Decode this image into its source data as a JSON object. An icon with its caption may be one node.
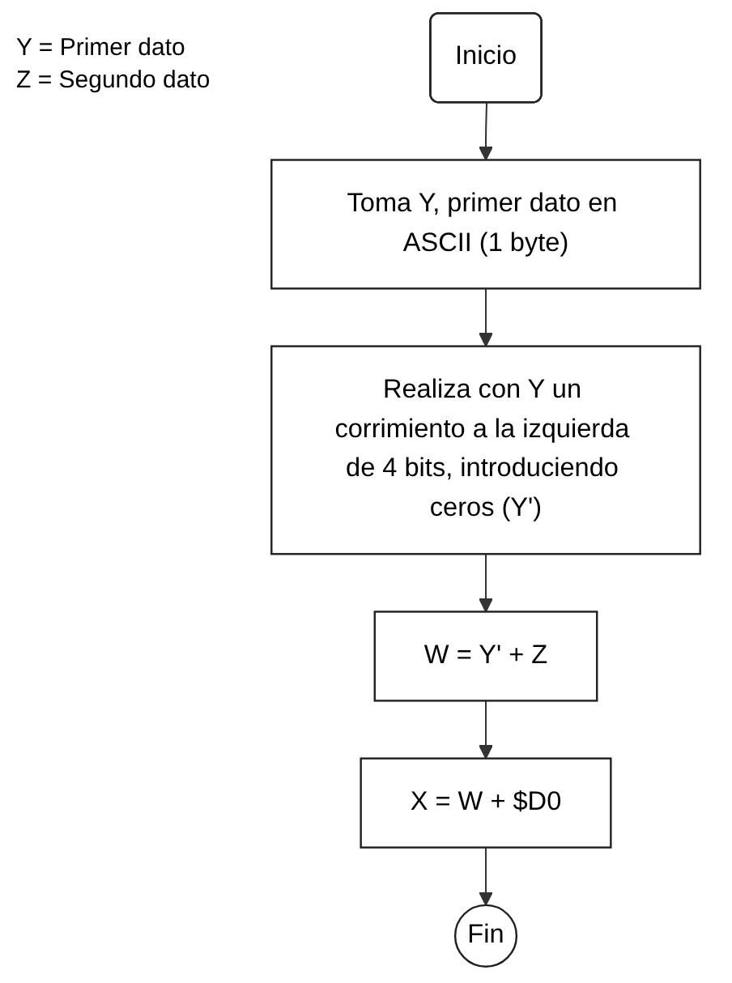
{
  "diagram": {
    "nodes": [
      {
        "text": [
          "Inicio"
        ]
      },
      {
        "text": [
          "Toma Y, primer dato en ASCII (1 byte)"
        ]
      },
      {
        "text": [
          "Realiza con Y un corrimiento a la izquierda de 4 bits, introduciendo ceros (Y')"
        ]
      },
      {
        "text": [
          "W = Y' + Z"
        ]
      },
      {
        "text": [
          "X = W + $D0"
        ]
      },
      {
        "text": [
          "Fin"
        ]
      }
    ],
    "edges": [
      {
        "from": 0,
        "to": 1,
        "arrow": "to"
      },
      {
        "from": 1,
        "to": 2,
        "arrow": "to"
      },
      {
        "from": 2,
        "to": 3,
        "arrow": "to"
      },
      {
        "from": 3,
        "to": 4,
        "arrow": "to"
      },
      {
        "from": 4,
        "to": 5,
        "arrow": "to"
      }
    ],
    "labels": [
      "Y = Primer dato",
      "Z = Segundo dato"
    ]
  }
}
